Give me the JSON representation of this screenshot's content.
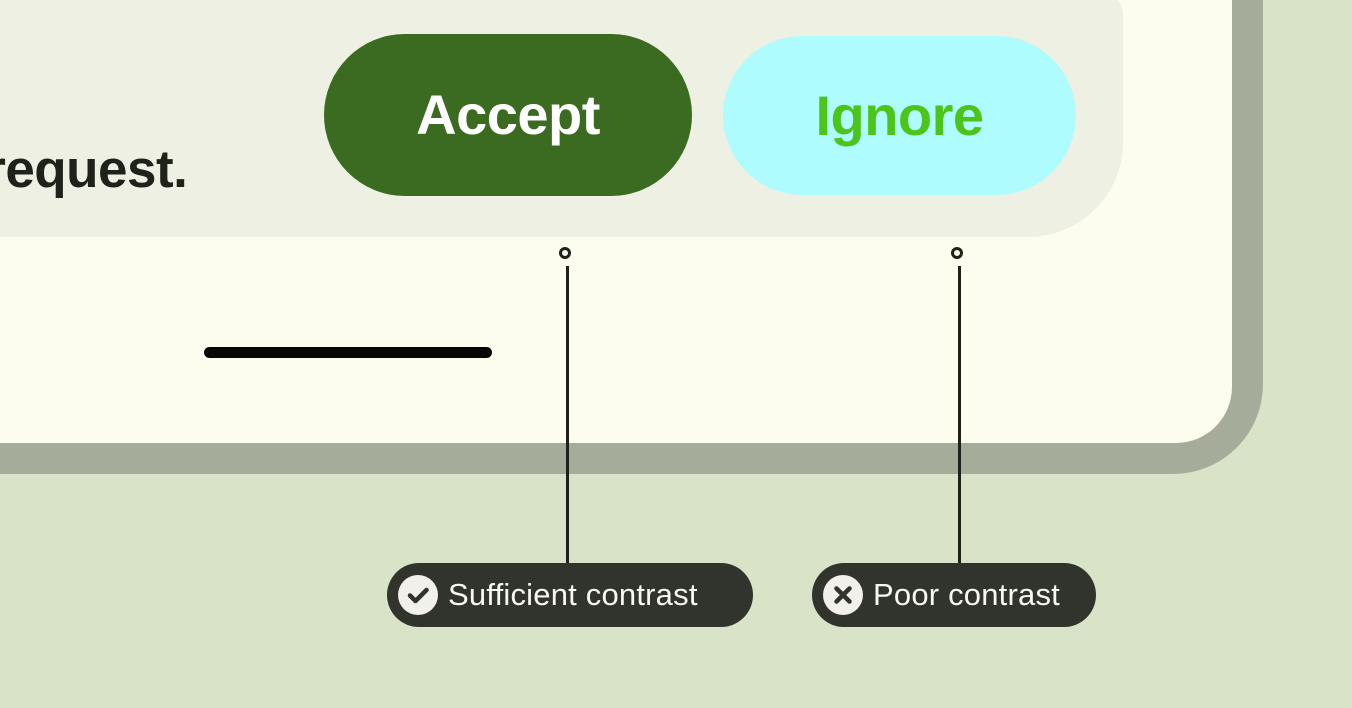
{
  "phone": {
    "message_text": "a request.",
    "accept_label": "Accept",
    "ignore_label": "Ignore"
  },
  "annotations": {
    "sufficient": {
      "label": "Sufficient contrast",
      "icon": "check-circle"
    },
    "poor": {
      "label": "Poor contrast",
      "icon": "x-circle"
    }
  },
  "colors": {
    "background": "#d8e3c8",
    "device_frame": "#a5ac9a",
    "device_screen": "#fcfcef",
    "card": "#edf0e3",
    "accept_fill": "#3a6b20",
    "accept_text": "#ffffff",
    "ignore_fill": "#aefcfe",
    "ignore_text": "#4cc51a",
    "callout_fill": "#30342c",
    "callout_text": "#f9f8ef",
    "callout_icon_fill": "#f2f1e9",
    "ink": "#1e221b",
    "home_bar": "#070707"
  }
}
